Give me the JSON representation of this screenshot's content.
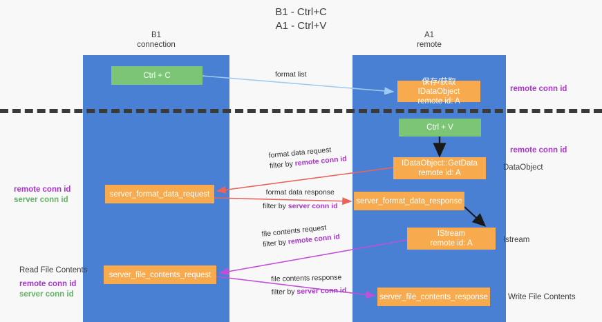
{
  "title": {
    "line1": "B1 - Ctrl+C",
    "line2": "A1 - Ctrl+V"
  },
  "lanes": [
    {
      "id": "b1",
      "name": "B1",
      "role": "connection"
    },
    {
      "id": "a1",
      "name": "A1",
      "role": "remote"
    }
  ],
  "nodes": {
    "ctrl_c": {
      "label": "Ctrl + C",
      "color": "#7cc576"
    },
    "idataobject": {
      "line1": "保存/获取IDataObject",
      "line2": "remote id: A",
      "color": "#f8ab4e"
    },
    "ctrl_v": {
      "label": "Ctrl + V",
      "color": "#7cc576"
    },
    "getdata": {
      "line1": "IDataObject::GetData",
      "line2": "remote id: A",
      "color": "#f8ab4e"
    },
    "server_format_data_request": {
      "label": "server_format_data_request",
      "color": "#f8ab4e"
    },
    "server_format_data_response": {
      "label": "server_format_data_response",
      "color": "#f8ab4e"
    },
    "istream": {
      "line1": "IStream",
      "line2": "remote id: A",
      "color": "#f8ab4e"
    },
    "server_file_contents_request": {
      "label": "server_file_contents_request",
      "color": "#f8ab4e"
    },
    "server_file_contents_response": {
      "label": "server_file_contents_response",
      "color": "#f8ab4e"
    }
  },
  "edges": {
    "format_list": {
      "label": "format list",
      "color": "#9ecbef"
    },
    "format_data_request": {
      "line1": "format data request",
      "prefix": "filter by ",
      "highlight": "remote conn id",
      "color": "#e8645a"
    },
    "format_data_response": {
      "line1": "format data response",
      "prefix": "filter by ",
      "highlight": "server conn id",
      "color": "#e8645a"
    },
    "file_contents_request": {
      "line1": "file contents request",
      "prefix": "filter by ",
      "highlight": "remote conn id",
      "color": "#c050d8"
    },
    "file_contents_response": {
      "line1": "file contents response",
      "prefix": "filter by ",
      "highlight": "server conn id",
      "color": "#c050d8"
    }
  },
  "annotations": {
    "right_remote_conn_id_1": "remote conn id",
    "right_remote_conn_id_2": "remote conn id",
    "dataobject": "DataObject",
    "istream": "Istream",
    "write_file_contents": "Write File Contents",
    "read_file_contents": "Read File Contents",
    "left_remote_conn_id": "remote conn id",
    "left_server_conn_id": "server conn id",
    "left2_remote_conn_id": "remote conn id",
    "left2_server_conn_id": "server conn id"
  },
  "colors": {
    "lane": "#4a80d4",
    "green": "#7cc576",
    "orange": "#f8ab4e",
    "purple": "#a736c8",
    "green_text": "#62b463",
    "red_arrow": "#e8645a",
    "magenta_arrow": "#c050d8",
    "light_blue_arrow": "#9ecbef",
    "divider": "#3a3a3a",
    "background": "#f8f8f8"
  }
}
